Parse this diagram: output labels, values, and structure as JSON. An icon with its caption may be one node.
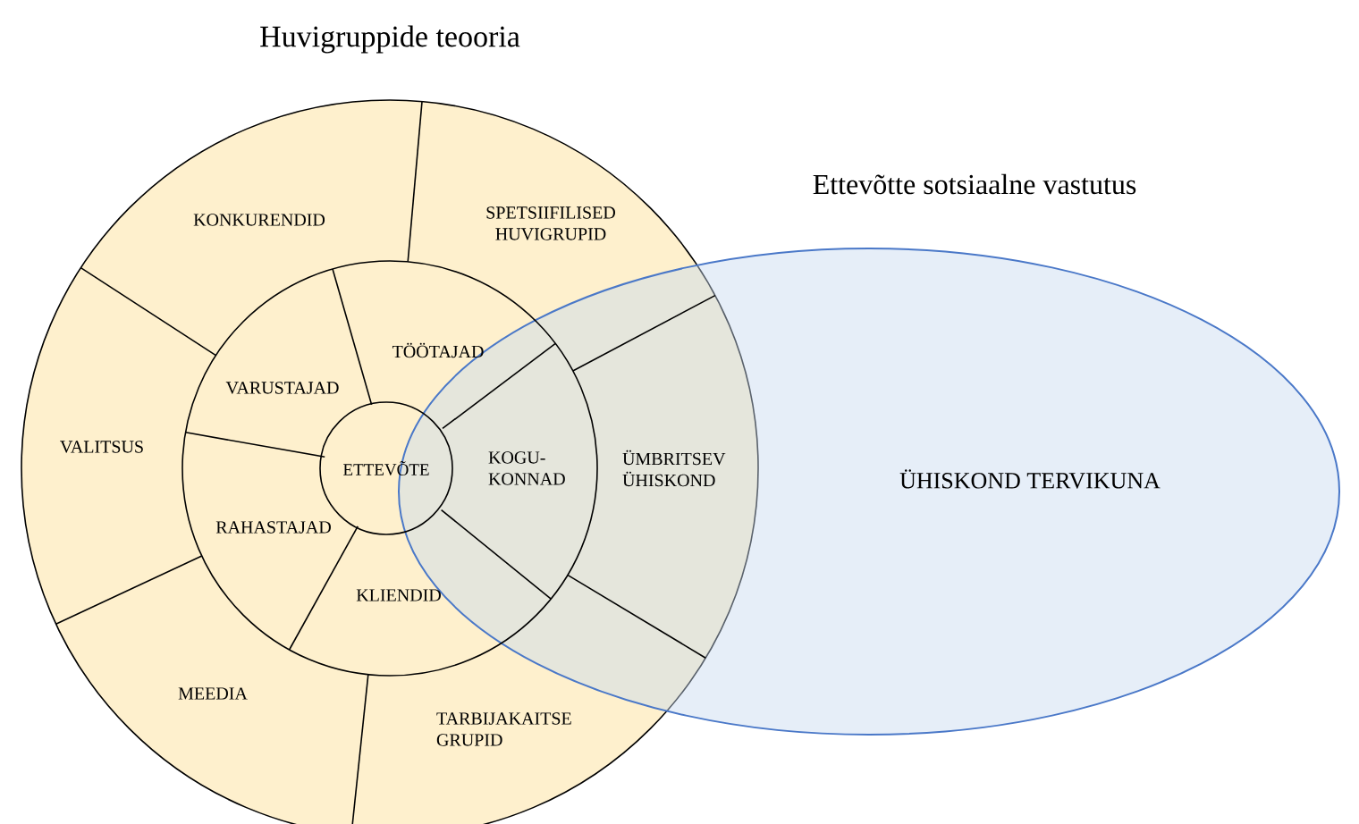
{
  "diagram": {
    "nodes": [
      {
        "text": [
          "Huvigruppide teooria"
        ]
      },
      {
        "text": [
          "KONKURENDID"
        ],
        "in": 0
      },
      {
        "text": [
          "SPETSIIFILISED HUVIGRUPID"
        ],
        "in": 0
      },
      {
        "text": [
          "TÖÖTAJAD"
        ],
        "in": 0
      },
      {
        "text": [
          "VARUSTAJAD"
        ],
        "in": 0
      },
      {
        "text": [
          "VALITSUS"
        ],
        "in": 0
      },
      {
        "text": [
          "ETTEVÕTE"
        ],
        "in": 0
      },
      {
        "text": [
          "KOGU- KONNAD"
        ]
      },
      {
        "text": [
          "ÜMBRITSEV ÜHISKOND"
        ]
      },
      {
        "text": [
          "RAHASTAJAD"
        ],
        "in": 0
      },
      {
        "text": [
          "KLIENDID"
        ],
        "in": 0
      },
      {
        "text": [
          "MEEDIA"
        ],
        "in": 0
      },
      {
        "text": [
          "TARBIJAKAITSE GRUPID"
        ],
        "in": 0
      },
      {
        "text": [
          "Ettevõtte sotsiaalne vastutus",
          "ÜHISKOND TERVIKUNA"
        ]
      }
    ]
  }
}
